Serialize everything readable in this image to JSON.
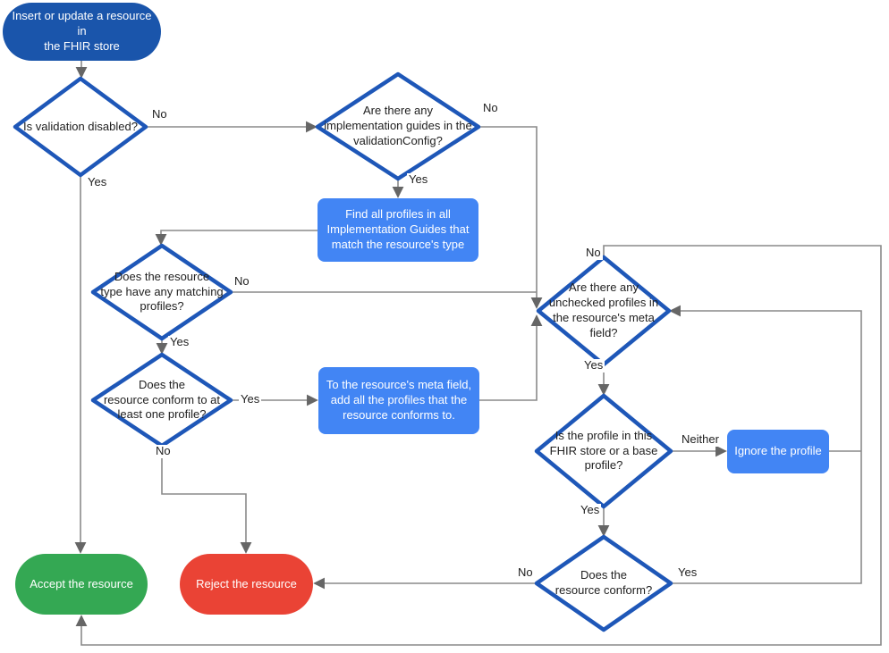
{
  "colors": {
    "terminal_blue": "#1a55ab",
    "diamond_stroke": "#1e57b8",
    "process_blue": "#4285f4",
    "accept_green": "#34a853",
    "reject_red": "#ea4335",
    "line_gray": "#8a8a8a",
    "arrow_gray": "#666666",
    "text_dark": "#212121"
  },
  "nodes": {
    "start": "Insert or update a resource in\nthe FHIR store",
    "validation_disabled": "Is validation disabled?",
    "implementation_guides": "Are there any\nimplementation guides in the\nvalidationConfig?",
    "find_profiles": "Find all profiles in all\nImplementation Guides that\nmatch the resource's type",
    "matching_profiles": "Does the resource\ntype have any matching\nprofiles?",
    "conform_one": "Does the\nresource conform to at\nleast one profile?",
    "add_profiles": "To the resource's meta field,\nadd all the profiles that the\nresource conforms to.",
    "unchecked_profiles": "Are there any\nunchecked profiles in\nthe resource's meta\nfield?",
    "profile_in_store": "Is the profile in this\nFHIR store or a base\nprofile?",
    "ignore_profile": "Ignore the profile",
    "resource_conform": "Does the\nresource conform?",
    "accept": "Accept the resource",
    "reject": "Reject the resource"
  },
  "edge_labels": {
    "validation_disabled_no": "No",
    "validation_disabled_yes": "Yes",
    "implementation_guides_no": "No",
    "implementation_guides_yes": "Yes",
    "matching_profiles_no": "No",
    "matching_profiles_yes": "Yes",
    "conform_one_yes": "Yes",
    "conform_one_no": "No",
    "unchecked_profiles_no": "No",
    "unchecked_profiles_yes": "Yes",
    "profile_in_store_neither": "Neither",
    "profile_in_store_yes": "Yes",
    "resource_conform_no": "No",
    "resource_conform_yes": "Yes"
  }
}
